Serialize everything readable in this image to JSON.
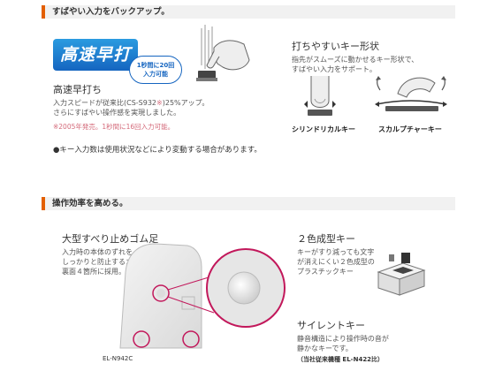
{
  "section1": {
    "header": "すばやい入力をバックアップ。",
    "logo_text": "高速早打ち",
    "bubble_line1": "1秒間に20回",
    "bubble_line2": "入力可能",
    "title": "高速早打ち",
    "desc_line1_a": "入力スピードが従来比",
    "desc_line1_model": "(CS-S932",
    "desc_line1_mark": "※",
    "desc_line1_b": ")25%アップ。",
    "desc_line2": "さらにすばやい操作感を実現しました。",
    "footnote": "※2005年発売。1秒間に16回入力可能。",
    "key_title": "打ちやすいキー形状",
    "key_desc_line1": "指先がスムーズに動かせるキー形状で、",
    "key_desc_line2": "すばやい入力をサポート。",
    "cylinder_label": "シリンドリカルキー",
    "sculpture_label": "スカルプチャーキー",
    "bullet": "●キー入力数は使用状況などにより変動する場合があります。"
  },
  "section2": {
    "header": "操作効率を高める。",
    "foot_title": "大型すべり止めゴム足",
    "foot_desc_line1": "入力時の本体のずれを",
    "foot_desc_line2": "しっかりと防止するゴムを",
    "foot_desc_line3": "裏面４箇所に採用。",
    "model_label": "EL-N942C",
    "twocolor_title": "２色成型キー",
    "twocolor_desc_line1": "キーがすり減っても文字",
    "twocolor_desc_line2": "が消えにくい２色成型の",
    "twocolor_desc_line3": "プラスチックキー",
    "silent_title": "サイレントキー",
    "silent_desc_line1": "静音構造により操作時の音が",
    "silent_desc_line2": "静かなキーです。",
    "silent_note": "（当社従来機種 EL-N422比）"
  },
  "colors": {
    "accent": "#e35f00",
    "logo_blue": "#1565c0",
    "note_pink": "#d46a7a"
  }
}
